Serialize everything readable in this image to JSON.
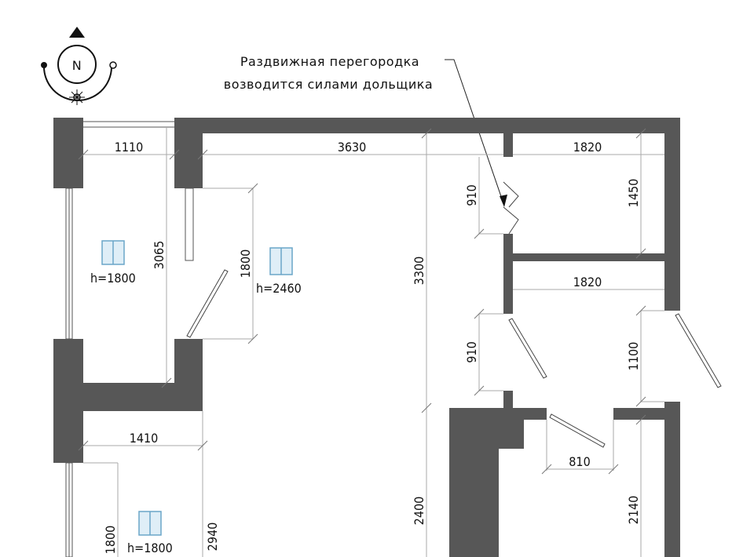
{
  "compass": {
    "label": "N"
  },
  "note": {
    "line1": "Раздвижная перегородка",
    "line2": "возводится силами дольщика"
  },
  "dimensions": {
    "d1110": "1110",
    "d3630": "3630",
    "d1820_top": "1820",
    "d1450": "1450",
    "d910_top": "910",
    "d3065": "3065",
    "d1800_mid": "1800",
    "d3300": "3300",
    "d1820_mid": "1820",
    "d910_bottom": "910",
    "d1100": "1100",
    "d1410": "1410",
    "d810": "810",
    "d2400": "2400",
    "d2140": "2140",
    "d2940": "2940",
    "d1800_bottom": "1800"
  },
  "windows": {
    "w1": "h=1800",
    "w2": "h=2460",
    "w3": "h=1800"
  },
  "colors": {
    "wall": "#575757",
    "window_icon": "#6aa6c8"
  }
}
